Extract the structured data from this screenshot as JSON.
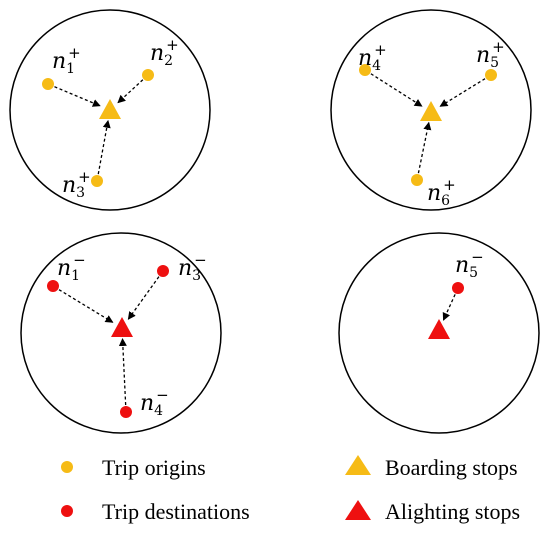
{
  "colors": {
    "origin": "#f6bb16",
    "destination": "#ee1010",
    "boarding": "#f6bb16",
    "alighting": "#ee1010",
    "circle": "#000000",
    "arrow": "#000000"
  },
  "panels": [
    {
      "id": "panel-top-left",
      "stop_type": "boarding",
      "points": [
        {
          "base": "n",
          "sub": "1",
          "sup": "+"
        },
        {
          "base": "n",
          "sub": "2",
          "sup": "+"
        },
        {
          "base": "n",
          "sub": "3",
          "sup": "+"
        }
      ]
    },
    {
      "id": "panel-top-right",
      "stop_type": "boarding",
      "points": [
        {
          "base": "n",
          "sub": "4",
          "sup": "+"
        },
        {
          "base": "n",
          "sub": "5",
          "sup": "+"
        },
        {
          "base": "n",
          "sub": "6",
          "sup": "+"
        }
      ]
    },
    {
      "id": "panel-bottom-left",
      "stop_type": "alighting",
      "points": [
        {
          "base": "n",
          "sub": "1",
          "sup": "−"
        },
        {
          "base": "n",
          "sub": "3",
          "sup": "−"
        },
        {
          "base": "n",
          "sub": "4",
          "sup": "−"
        }
      ]
    },
    {
      "id": "panel-bottom-right",
      "stop_type": "alighting",
      "points": [
        {
          "base": "n",
          "sub": "5",
          "sup": "−"
        }
      ]
    }
  ],
  "legend": {
    "trip_origins": "Trip origins",
    "trip_destinations": "Trip destinations",
    "boarding_stops": "Boarding stops",
    "alighting_stops": "Alighting stops"
  }
}
